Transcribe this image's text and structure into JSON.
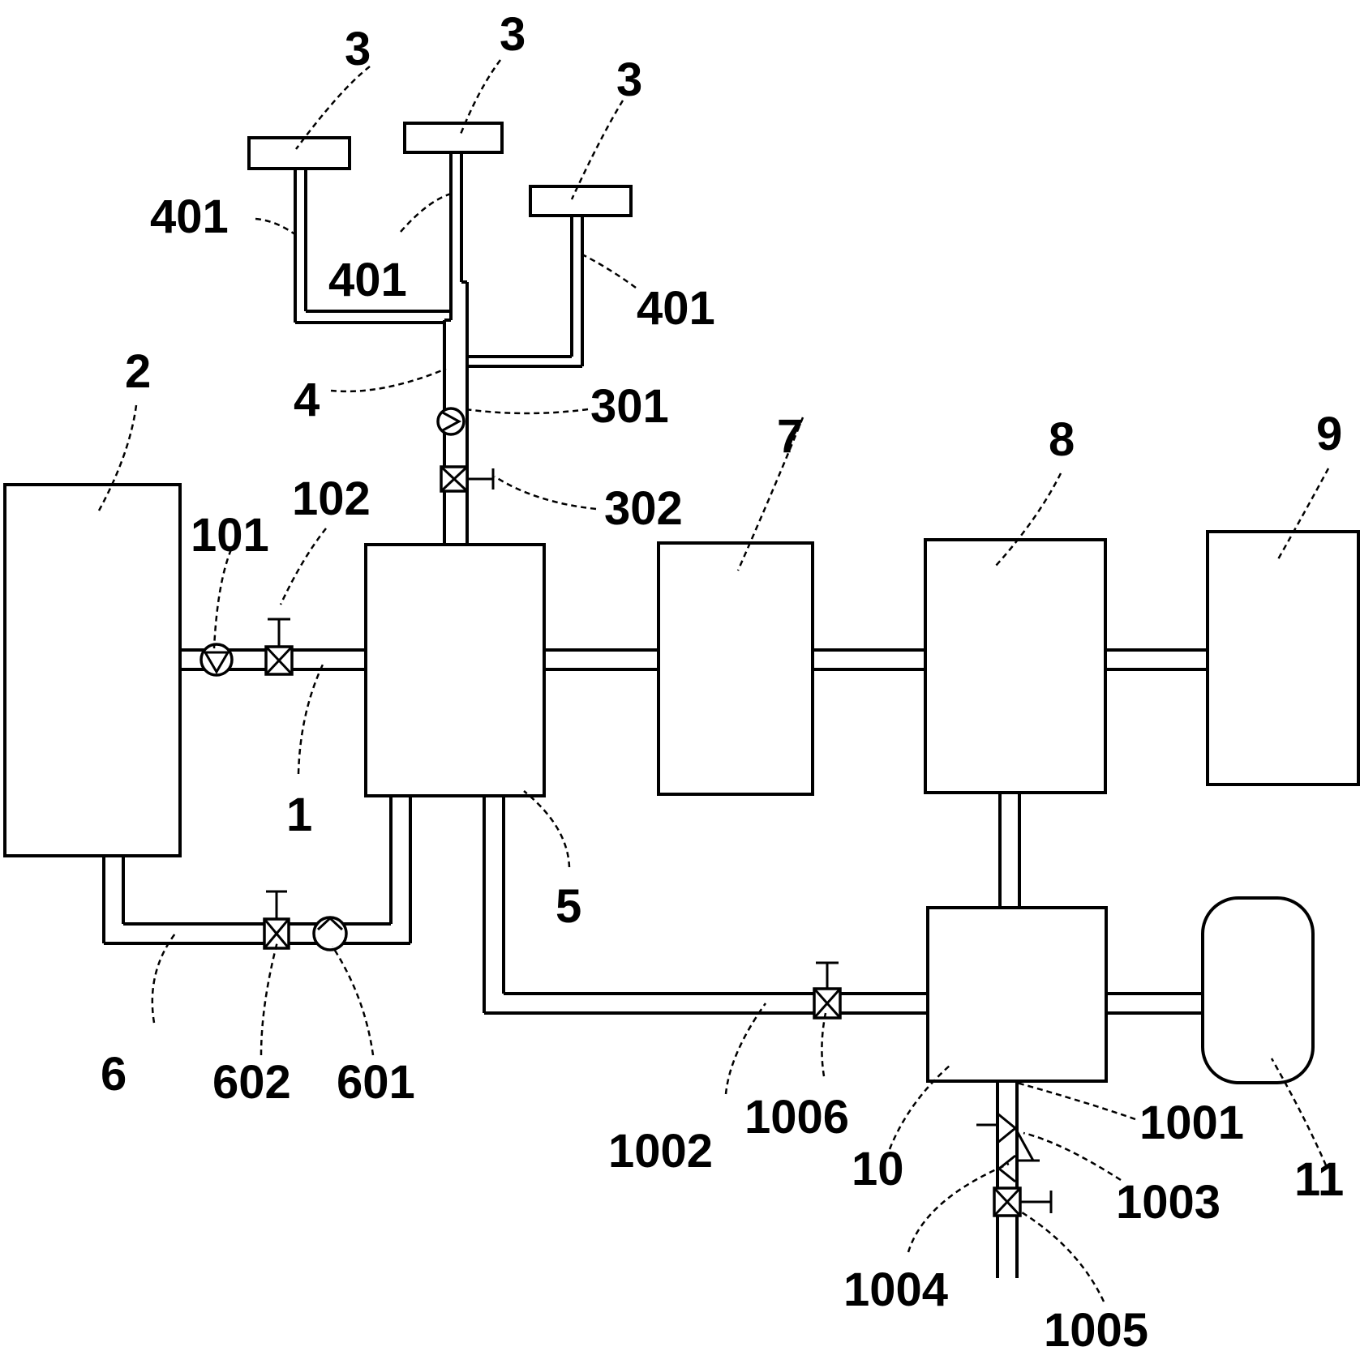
{
  "diagram": {
    "labels": {
      "n1": "1",
      "n2": "2",
      "n3a": "3",
      "n3b": "3",
      "n3c": "3",
      "n4": "4",
      "n5": "5",
      "n6": "6",
      "n7": "7",
      "n8": "8",
      "n9": "9",
      "n10": "10",
      "n11": "11",
      "n101": "101",
      "n102": "102",
      "n301": "301",
      "n302": "302",
      "n401a": "401",
      "n401b": "401",
      "n401c": "401",
      "n601": "601",
      "n602": "602",
      "n1001": "1001",
      "n1002": "1002",
      "n1003": "1003",
      "n1004": "1004",
      "n1005": "1005",
      "n1006": "1006"
    }
  }
}
